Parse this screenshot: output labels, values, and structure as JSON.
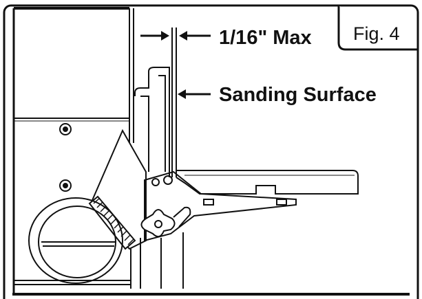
{
  "figure": {
    "fig_label": "Fig. 4",
    "gap_label": "1/16\" Max",
    "surface_label": "Sanding Surface"
  },
  "colors": {
    "ink": "#111111",
    "paper": "#ffffff",
    "shade": "#cfcfcf"
  }
}
